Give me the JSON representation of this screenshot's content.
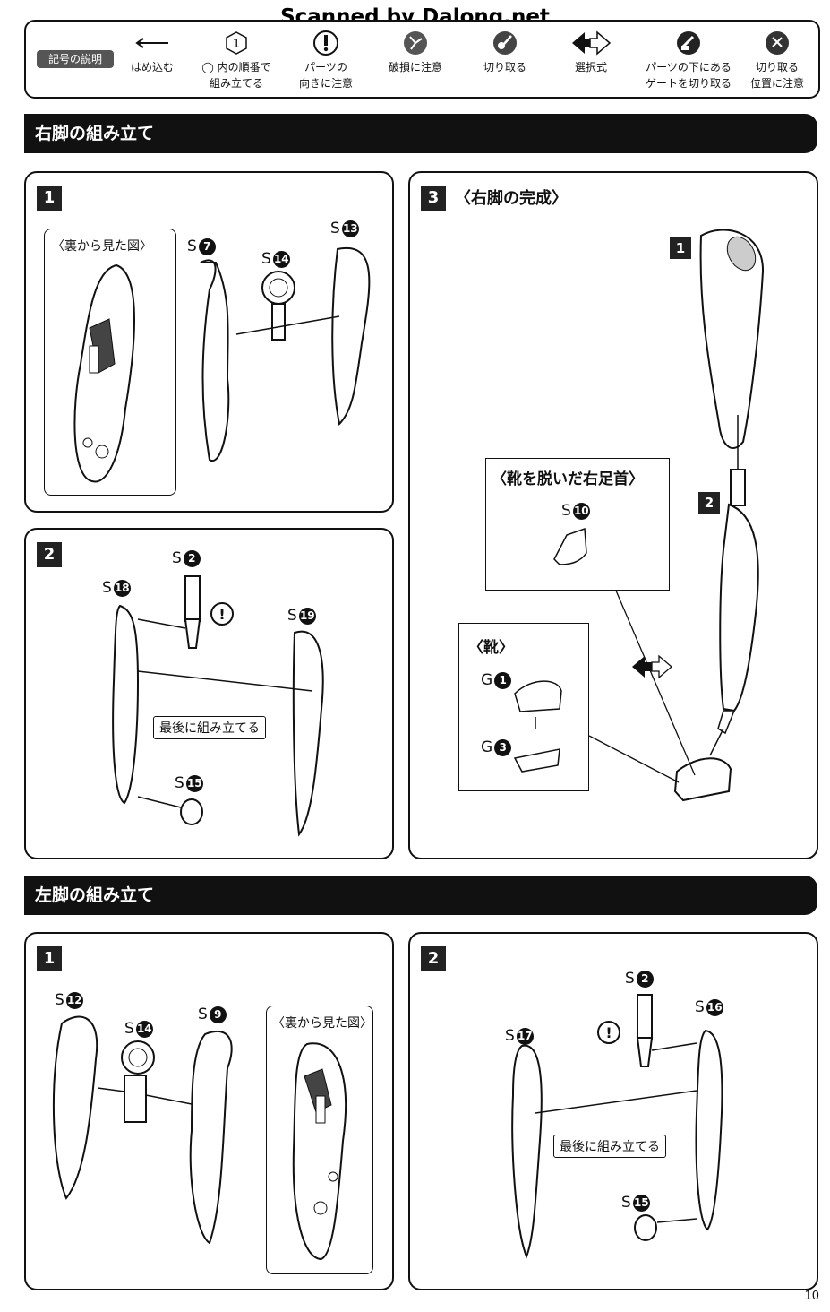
{
  "watermark": "Scanned by Dalong.net",
  "legend": {
    "title": "記号の説明",
    "items": [
      {
        "icon": "arrow-left-icon",
        "label": "はめ込む"
      },
      {
        "icon": "numbered-hexagon-icon",
        "icon_text": "1",
        "label": "◯ 内の順番で\n組み立てる"
      },
      {
        "icon": "exclamation-icon",
        "label": "パーツの\n向きに注意"
      },
      {
        "icon": "break-warning-icon",
        "label": "破損に注意"
      },
      {
        "icon": "cut-icon",
        "label": "切り取る"
      },
      {
        "icon": "double-arrow-icon",
        "label": "選択式"
      },
      {
        "icon": "gate-cut-icon",
        "label": "パーツの下にある\nゲートを切り取る"
      },
      {
        "icon": "cut-position-icon",
        "label": "切り取る\n位置に注意"
      }
    ]
  },
  "sections": {
    "right_leg": "右脚の組み立て",
    "left_leg": "左脚の組み立て"
  },
  "right": {
    "step1": {
      "num": "1",
      "back_view": "〈裏から見た図〉",
      "parts": [
        {
          "s": "S",
          "n": "7"
        },
        {
          "s": "S",
          "n": "14"
        },
        {
          "s": "S",
          "n": "13"
        }
      ]
    },
    "step2": {
      "num": "2",
      "parts": [
        {
          "s": "S",
          "n": "2"
        },
        {
          "s": "S",
          "n": "18"
        },
        {
          "s": "S",
          "n": "19"
        },
        {
          "s": "S",
          "n": "15"
        }
      ],
      "note": "最後に組み立てる"
    },
    "step3": {
      "num": "3",
      "title": "〈右脚の完成〉",
      "sub1": "1",
      "sub2": "2",
      "barefoot_title": "〈靴を脱いだ右足首〉",
      "barefoot_part": {
        "s": "S",
        "n": "10"
      },
      "shoe_title": "〈靴〉",
      "shoe_parts": [
        {
          "s": "G",
          "n": "1"
        },
        {
          "s": "G",
          "n": "3"
        }
      ]
    }
  },
  "left": {
    "step1": {
      "num": "1",
      "back_view": "〈裏から見た図〉",
      "parts": [
        {
          "s": "S",
          "n": "12"
        },
        {
          "s": "S",
          "n": "14"
        },
        {
          "s": "S",
          "n": "9"
        }
      ]
    },
    "step2": {
      "num": "2",
      "parts": [
        {
          "s": "S",
          "n": "2"
        },
        {
          "s": "S",
          "n": "16"
        },
        {
          "s": "S",
          "n": "17"
        },
        {
          "s": "S",
          "n": "15"
        }
      ],
      "note": "最後に組み立てる"
    }
  },
  "page_number": "10"
}
